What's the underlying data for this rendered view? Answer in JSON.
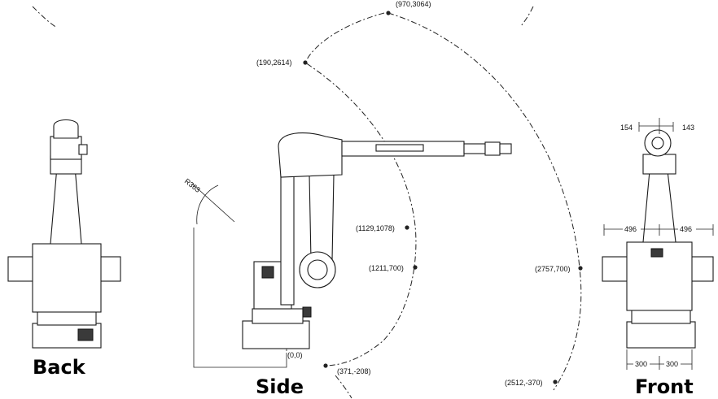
{
  "views": {
    "back": "Back",
    "side": "Side",
    "front": "Front"
  },
  "points": {
    "p_top": "(970,3064)",
    "p_upper_left": "(190,2614)",
    "p_mid_upper": "(1129,1078)",
    "p_mid": "(1211,700)",
    "p_far": "(2757,700)",
    "p_origin": "(0,0)",
    "p_low": "(371,-208)",
    "p_far_low": "(2512,-370)"
  },
  "dims": {
    "radius": "R363",
    "front_top_left": "154",
    "front_top_right": "143",
    "front_mid_left": "496",
    "front_mid_right": "496",
    "front_base_left": "300",
    "front_base_right": "300"
  }
}
